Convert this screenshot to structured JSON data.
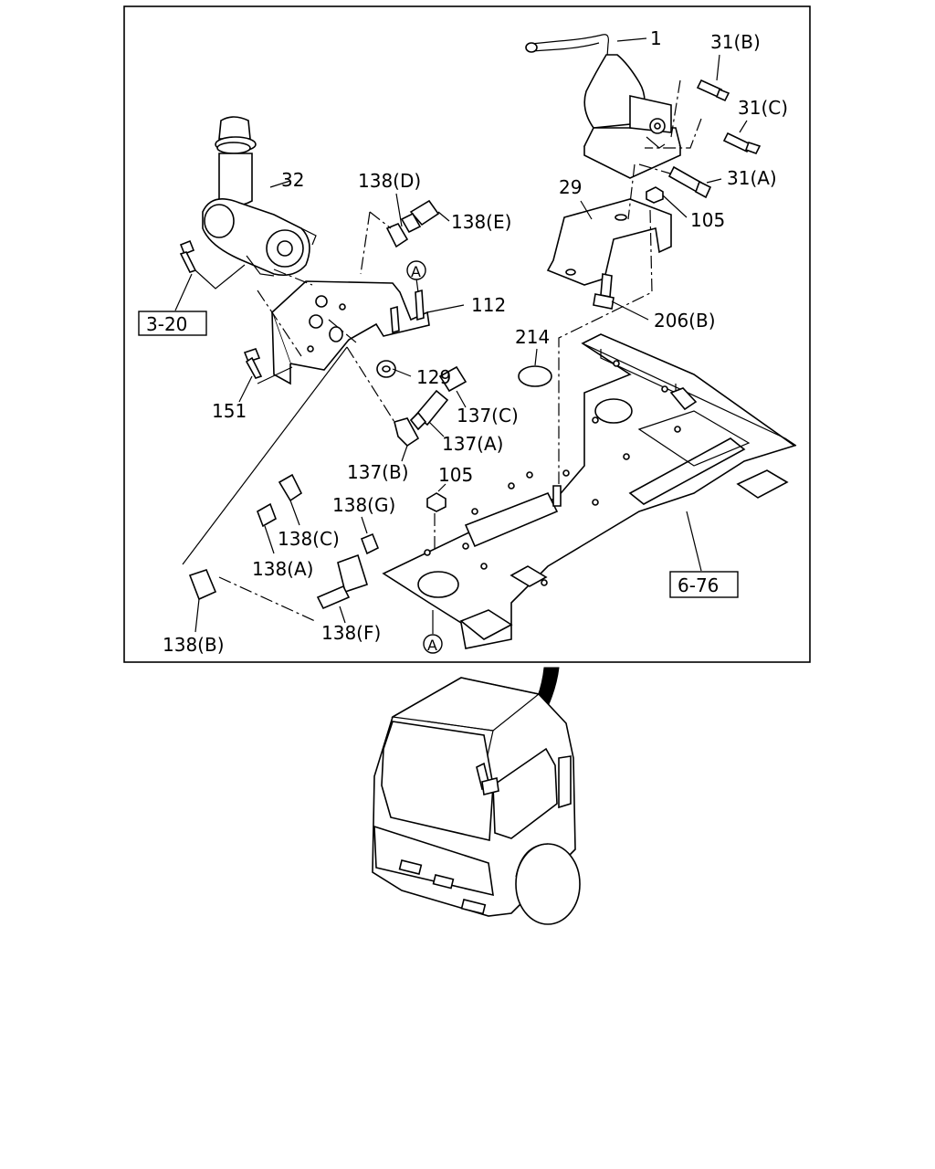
{
  "labels": {
    "l1": "1",
    "l31b": "31(B)",
    "l31c": "31(C)",
    "l31a": "31(A)",
    "l32": "32",
    "l138d": "138(D)",
    "l138e": "138(E)",
    "l29": "29",
    "l105a": "105",
    "lA1": "A",
    "l112": "112",
    "l320": "3-20",
    "l206b": "206(B)",
    "l214": "214",
    "l129": "129",
    "l151": "151",
    "l137c": "137(C)",
    "l137a": "137(A)",
    "l137b": "137(B)",
    "l105b": "105",
    "l138g": "138(G)",
    "l138c": "138(C)",
    "l138a": "138(A)",
    "l676": "6-76",
    "l138b": "138(B)",
    "l138f": "138(F)",
    "lA2": "A"
  }
}
